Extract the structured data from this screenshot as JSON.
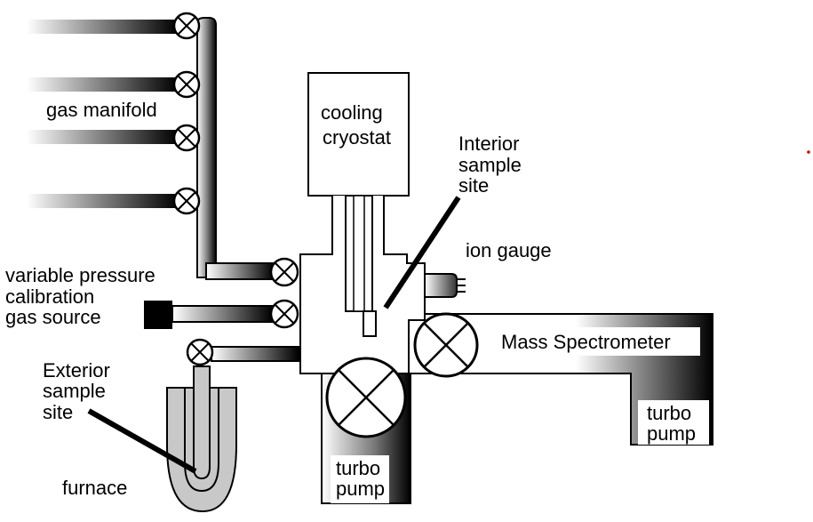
{
  "labels": {
    "gas_manifold": "gas manifold",
    "cooling": "cooling",
    "cryostat": "cryostat",
    "interior_1": "Interior",
    "interior_2": "sample",
    "interior_3": "site",
    "ion_gauge": "ion gauge",
    "variable_1": "variable pressure",
    "variable_2": "calibration",
    "variable_3": "gas source",
    "mass_spectrometer": "Mass Spectrometer",
    "exterior_1": "Exterior",
    "exterior_2": "sample",
    "exterior_3": "site",
    "turbo_right_1": "turbo",
    "turbo_right_2": "pump",
    "turbo_center_1": "turbo",
    "turbo_center_2": "pump",
    "furnace": "furnace"
  },
  "colors": {
    "stroke": "#000000",
    "furnace_fill": "#c8c8c8",
    "marker": "#e00000"
  }
}
